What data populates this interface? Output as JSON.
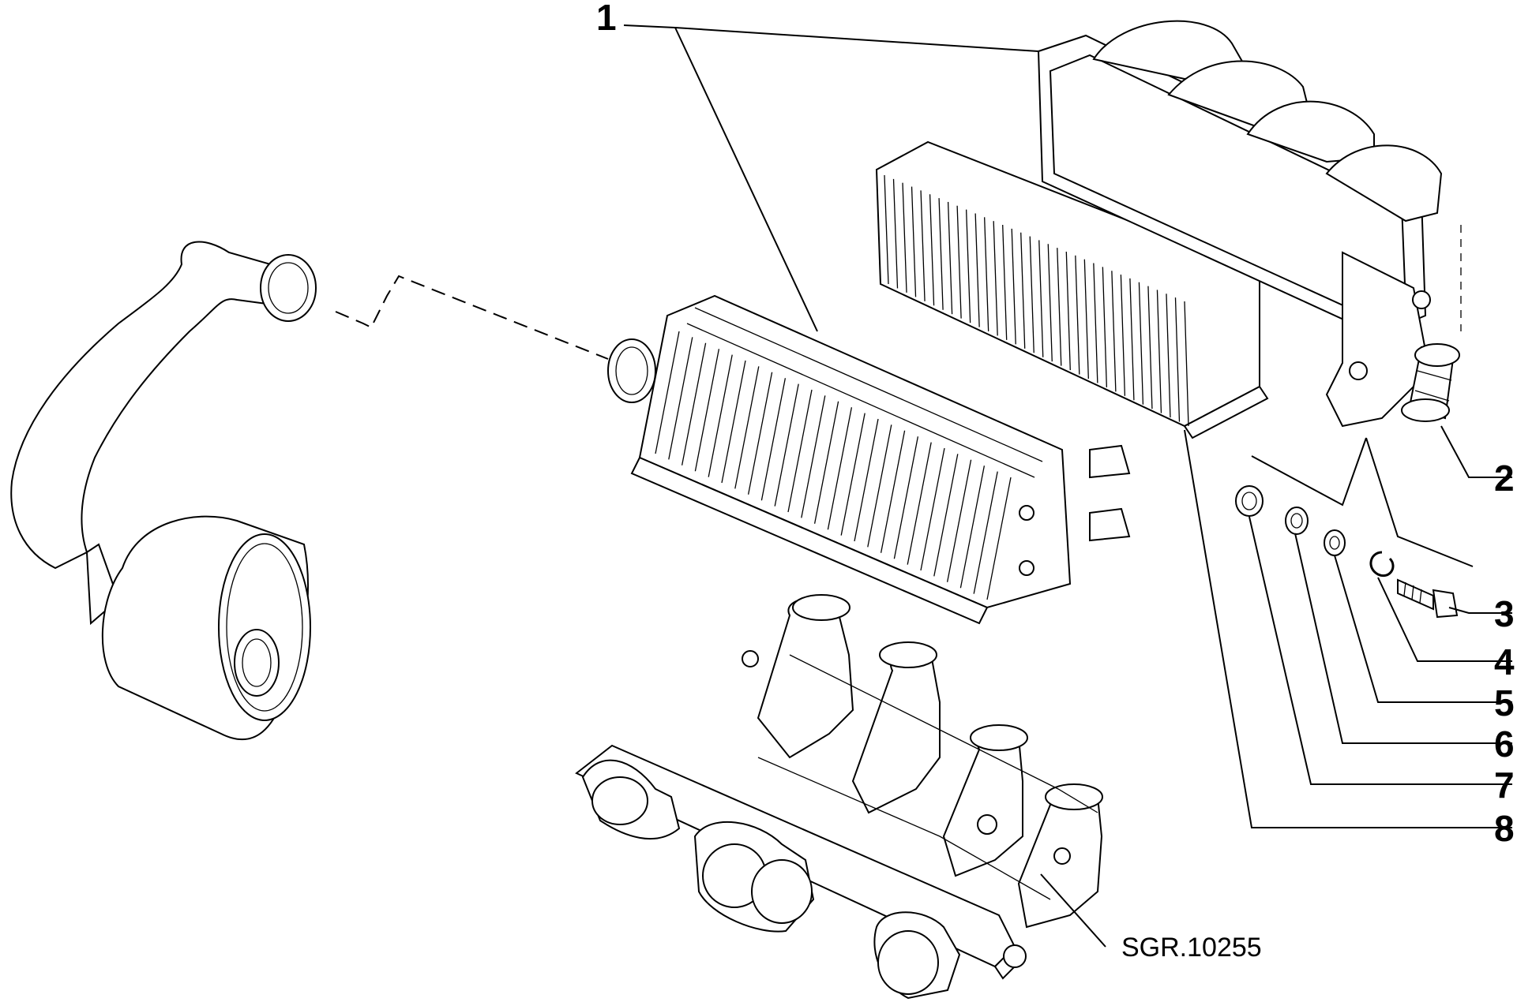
{
  "callouts": [
    {
      "id": "1",
      "label": "1"
    },
    {
      "id": "2",
      "label": "2"
    },
    {
      "id": "3",
      "label": "3"
    },
    {
      "id": "4",
      "label": "4"
    },
    {
      "id": "5",
      "label": "5"
    },
    {
      "id": "6",
      "label": "6"
    },
    {
      "id": "7",
      "label": "7"
    },
    {
      "id": "8",
      "label": "8"
    }
  ],
  "drawing_code": "SGR.10255"
}
